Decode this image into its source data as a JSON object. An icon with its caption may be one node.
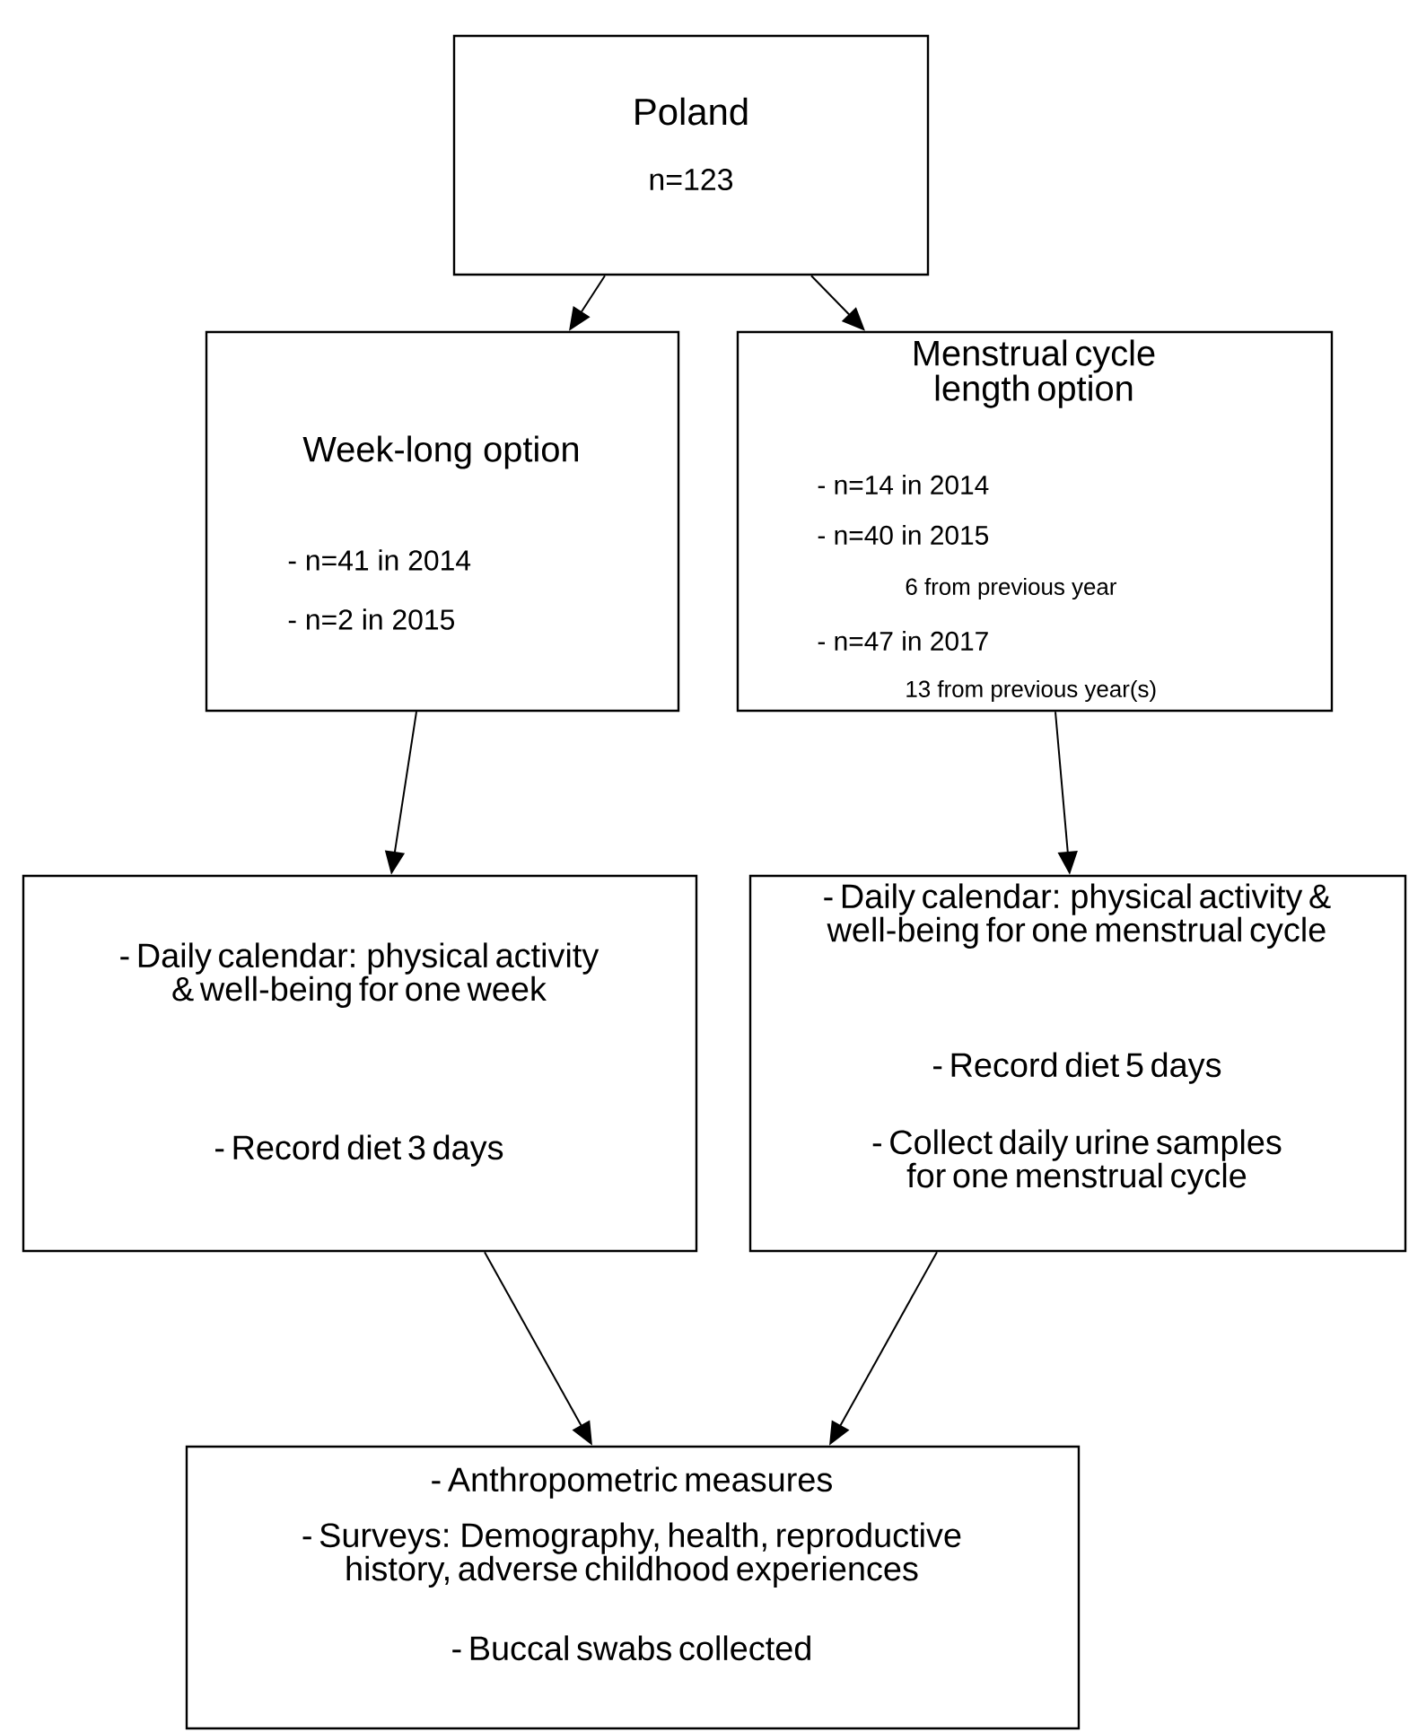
{
  "diagram": {
    "nodes": [
      {
        "text": [
          "Poland",
          "n=123"
        ]
      },
      {
        "text": [
          "Week-long option",
          "- n=41 in 2014",
          "- n=2 in 2015"
        ]
      },
      {
        "text": [
          "Menstrual cycle length option",
          "- n=14 in 2014",
          "- n=40 in 2015",
          "6 from previous year",
          "- n=47 in 2017",
          "13 from previous year(s)"
        ]
      },
      {
        "text": [
          "- Daily calendar: physical activity & well-being for one week",
          "- Record diet 3 days"
        ]
      },
      {
        "text": [
          "- Daily calendar: physical activity & well-being for one menstrual cycle",
          "- Record diet 5 days",
          "- Collect daily urine samples for one menstrual cycle"
        ]
      },
      {
        "text": [
          "- Anthropometric measures",
          "- Surveys: Demography, health, reproductive history, adverse childhood experiences",
          "- Buccal swabs collected"
        ]
      }
    ],
    "edges": [
      {
        "from": 0,
        "to": 1,
        "arrow": "to"
      },
      {
        "from": 0,
        "to": 2,
        "arrow": "to"
      },
      {
        "from": 1,
        "to": 3,
        "arrow": "to"
      },
      {
        "from": 2,
        "to": 4,
        "arrow": "to"
      },
      {
        "from": 3,
        "to": 5,
        "arrow": "to"
      },
      {
        "from": 4,
        "to": 5,
        "arrow": "to"
      }
    ]
  }
}
